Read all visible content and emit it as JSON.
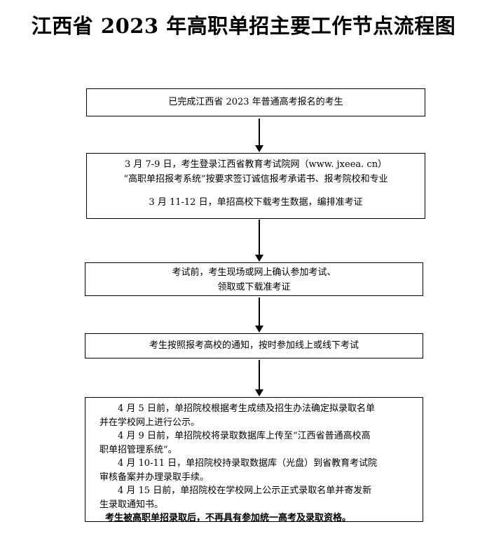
{
  "title": "江西省 2023 年高职单招主要工作节点流程图",
  "steps": [
    {
      "lines": [
        "已完成江西省 2023 年普通高考报名的考生"
      ]
    },
    {
      "lines": [
        "3 月 7-9 日，考生登录江西省教育考试院网（www. jxeea. cn）",
        "“高职单招报考系统”按要求签订诚信报考承诺书、报考院校和专业",
        "3 月 11-12 日，单招高校下载考生数据，编排准考证"
      ]
    },
    {
      "lines": [
        "考试前，考生现场或网上确认参加考试、",
        "领取或下载准考证"
      ]
    },
    {
      "lines": [
        "考生按照报考高校的通知，按时参加线上或线下考试"
      ]
    },
    {
      "lines": [
        "4 月 5 日前，单招院校根据考生成绩及招生办法确定拟录取名单",
        "并在学校网上进行公示。",
        "4 月 9 日前，单招院校将录取数据库上传至“江西省普通高校高",
        "职单招管理系统”。",
        "4 月 10-11 日，单招院校持录取数据库（光盘）到省教育考试院",
        "审核备案并办理录取手续。",
        "4 月 15 日前，单招院校在学校网上公示正式录取名单并寄发新",
        "生录取通知书。",
        "考生被高职单招录取后，不再具有参加统一高考及录取资格。"
      ]
    }
  ]
}
